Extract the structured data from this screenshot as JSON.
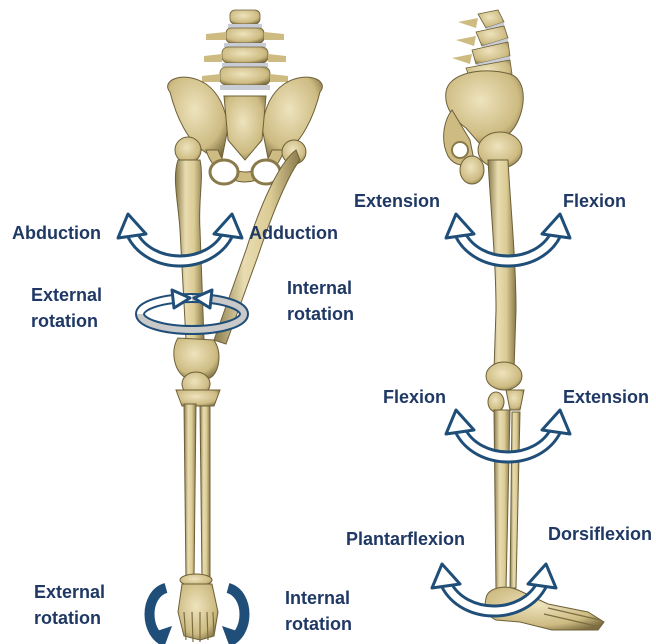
{
  "labels": {
    "hip_abduction": "Abduction",
    "hip_adduction": "Adduction",
    "hip_external_rotation": [
      "External",
      "rotation"
    ],
    "hip_internal_rotation": [
      "Internal",
      "rotation"
    ],
    "ankle_external_rotation": [
      "External",
      "rotation"
    ],
    "ankle_internal_rotation": [
      "Internal",
      "rotation"
    ],
    "hip_extension": "Extension",
    "hip_flexion": "Flexion",
    "knee_flexion": "Flexion",
    "knee_extension": "Extension",
    "ankle_plantarflexion": "Plantarflexion",
    "ankle_dorsiflexion": "Dorsiflexion"
  },
  "colors": {
    "label_text": "#1f3864",
    "arrow_outline": "#1f4e79",
    "arrow_fill": "#ffffff",
    "rotation_band": "#c9c9c9",
    "bone_light": "#e8dcb0",
    "bone_mid": "#cdbb82",
    "bone_dark": "#8a7a4a",
    "disc": "#c8ccd4"
  }
}
